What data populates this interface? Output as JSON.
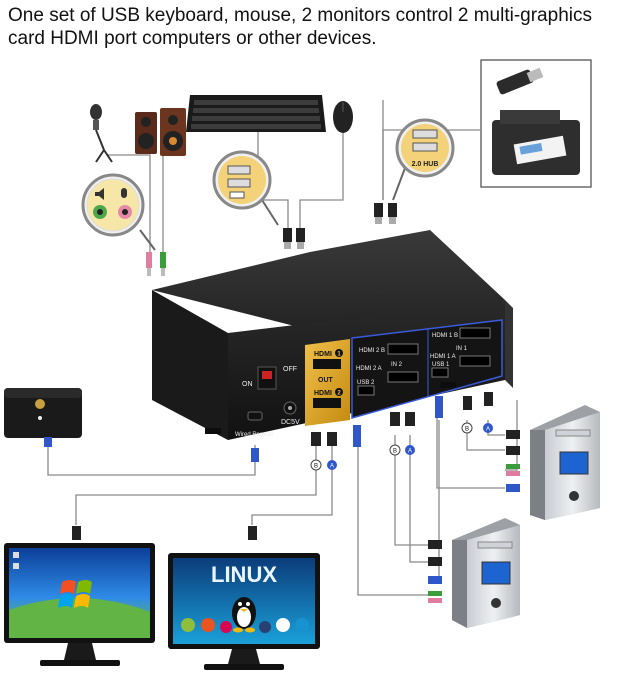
{
  "headline": {
    "line1": "One set of USB keyboard, mouse, 2 monitors control 2 multi-graphics",
    "line2": "card HDMI port computers or other devices."
  },
  "kvm": {
    "front": {
      "on_label": "ON",
      "off_label": "OFF",
      "dc_label": "DC5V",
      "wired_remote_label": "Wired Remote"
    },
    "gold_panel": {
      "hdmi_top": "HDMI",
      "hdmi_top_num": "1",
      "out_label": "OUT",
      "hdmi_bottom": "HDMI",
      "hdmi_bottom_num": "2"
    },
    "pc2_ports": {
      "hdmi_b": "HDMI 2 B",
      "hdmi_a": "HDMI 2 A",
      "usb": "USB 2",
      "in": "IN 2"
    },
    "pc1_ports": {
      "hdmi_b": "HDMI 1 B",
      "hdmi_a": "HDMI 1 A",
      "usb": "USB 1",
      "in": "IN 1"
    }
  },
  "callouts": {
    "usb_hub_label": "2.0 HUB"
  },
  "cable_tags": {
    "b": "B",
    "a": "A"
  },
  "monitor2": {
    "screen_text": "LINUX"
  },
  "colors": {
    "gold": "#d9a21b",
    "box_dark": "#1c1c1c",
    "screen_blue": "#1e6fd0",
    "cable_blue": "#2f57c9",
    "audio_green": "#3a9c3a",
    "audio_pink": "#e07ca0"
  }
}
